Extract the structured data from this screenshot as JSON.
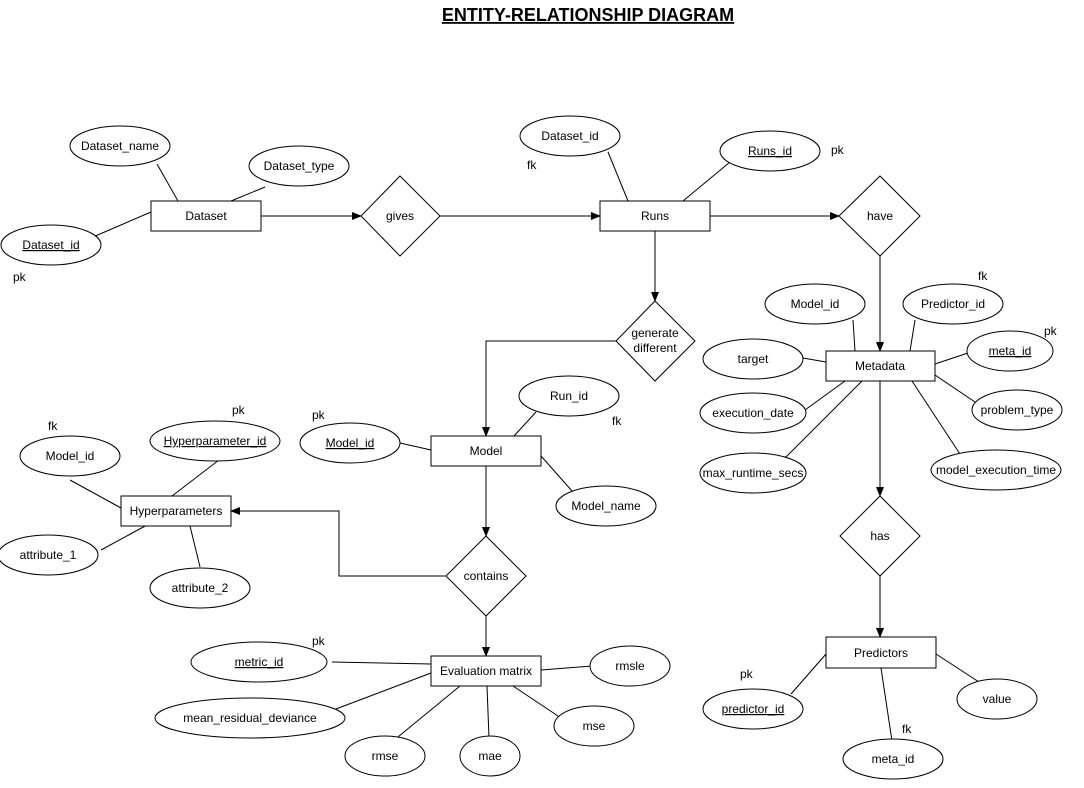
{
  "title": "ENTITY-RELATIONSHIP DIAGRAM",
  "entities": {
    "dataset": "Dataset",
    "runs": "Runs",
    "metadata": "Metadata",
    "model": "Model",
    "hyperparameters": "Hyperparameters",
    "evaluation": "Evaluation matrix",
    "predictors": "Predictors"
  },
  "relationships": {
    "gives": "gives",
    "have": "have",
    "generate_1": "generate",
    "generate_2": "different",
    "contains": "contains",
    "has": "has"
  },
  "attributes": {
    "dataset_name": "Dataset_name",
    "dataset_type": "Dataset_type",
    "dataset_id": "Dataset_id",
    "runs_dataset_id": "Dataset_id",
    "runs_id": "Runs_id",
    "meta_model_id": "Model_id",
    "predictor_id_attr": "Predictor_id",
    "target": "target",
    "meta_id": "meta_id",
    "execution_date": "execution_date",
    "problem_type": "problem_type",
    "max_runtime_secs": "max_runtime_secs",
    "model_execution_time": "model_execution_time",
    "run_id": "Run_id",
    "model_id": "Model_id",
    "model_name": "Model_name",
    "hyper_model_id": "Model_id",
    "hyperparameter_id": "Hyperparameter_id",
    "attribute_1": "attribute_1",
    "attribute_2": "attribute_2",
    "metric_id": "metric_id",
    "rmsle": "rmsle",
    "mean_residual_deviance": "mean_residual_deviance",
    "mse": "mse",
    "rmse": "rmse",
    "mae": "mae",
    "predictor_id": "predictor_id",
    "value": "value",
    "pred_meta_id": "meta_id"
  },
  "key_labels": {
    "pk": "pk",
    "fk": "fk"
  }
}
